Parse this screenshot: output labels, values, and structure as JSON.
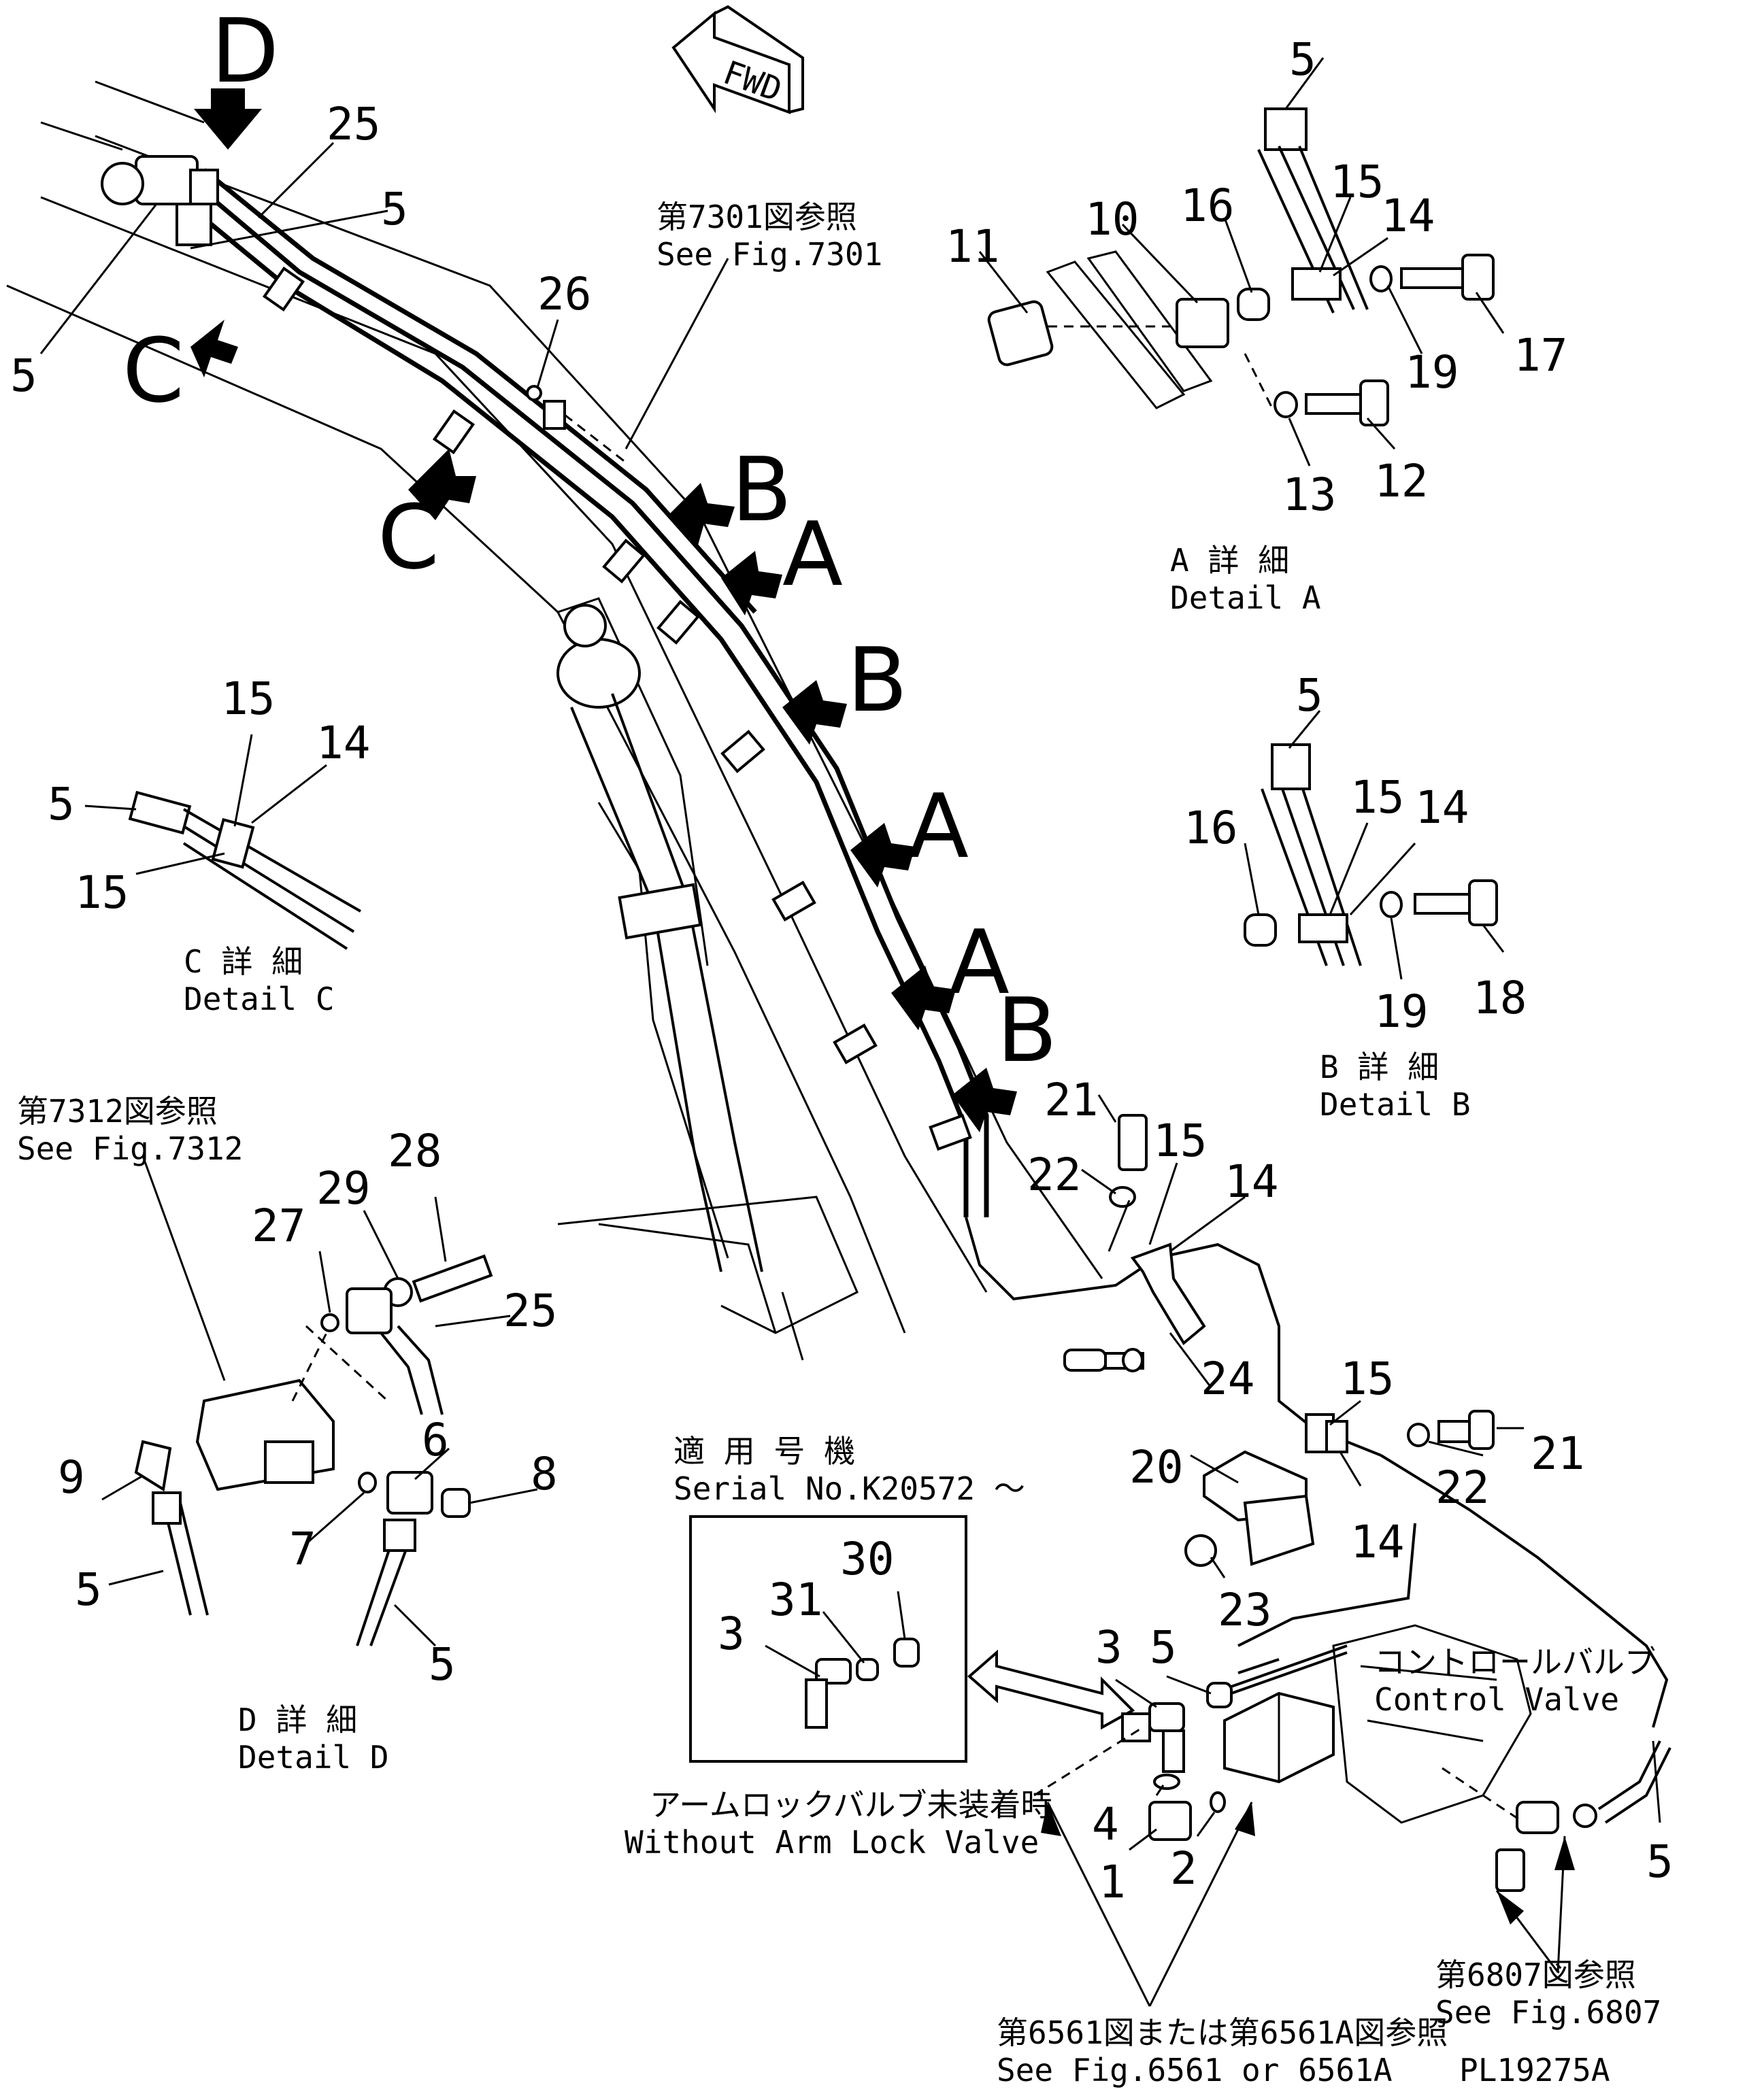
{
  "fwd_label": "FWD",
  "view_letters": {
    "d": "D",
    "c1": "C",
    "c2": "C",
    "b1": "B",
    "a1": "A",
    "b2": "B",
    "a2": "A",
    "a3": "A",
    "b3": "B"
  },
  "part_numbers": {
    "p25_top": "25",
    "p5_top": "5",
    "p5_left": "5",
    "p26": "26",
    "p5_detA": "5",
    "p11": "11",
    "p10": "10",
    "p16_detA": "16",
    "p15_detA": "15",
    "p14_detA": "14",
    "p17": "17",
    "p19_detA": "19",
    "p13": "13",
    "p12": "12",
    "p15_detC_top": "15",
    "p14_detC": "14",
    "p5_detC": "5",
    "p15_detC_bot": "15",
    "p5_detB": "5",
    "p16_detB": "16",
    "p15_detB": "15",
    "p14_detB": "14",
    "p19_detB": "19",
    "p18": "18",
    "p21_a": "21",
    "p22_a": "22",
    "p15_main": "15",
    "p14_main": "14",
    "p24": "24",
    "p15_lower": "15",
    "p21_b": "21",
    "p22_b": "22",
    "p20": "20",
    "p14_lower": "14",
    "p23": "23",
    "p28": "28",
    "p29": "29",
    "p27": "27",
    "p25_detD": "25",
    "p9": "9",
    "p6": "6",
    "p8": "8",
    "p7": "7",
    "p5_detD_left": "5",
    "p5_detD_right": "5",
    "p30": "30",
    "p31": "31",
    "p3_box": "3",
    "p3_main": "3",
    "p5_cv": "5",
    "p4": "4",
    "p1": "1",
    "p2": "2",
    "p5_right": "5"
  },
  "captions": {
    "fig7301_jp": "第7301図参照",
    "fig7301_en": "See Fig.7301",
    "detA_jp": "A 詳 細",
    "detA_en": "Detail A",
    "detC_jp": "C 詳 細",
    "detC_en": "Detail C",
    "detB_jp": "B 詳 細",
    "detB_en": "Detail B",
    "fig7312_jp": "第7312図参照",
    "fig7312_en": "See Fig.7312",
    "detD_jp": "D 詳 細",
    "detD_en": "Detail D",
    "serial_jp": "適 用 号 機",
    "serial_en": "Serial No.K20572 ～",
    "no_lock_jp": "アームロックバルブ未装着時",
    "no_lock_en": "Without Arm Lock Valve",
    "cv_jp": "コントロールバルブ",
    "cv_en": "Control Valve",
    "fig6807_jp": "第6807図参照",
    "fig6807_en": "See Fig.6807",
    "fig6561_jp": "第6561図または第6561A図参照",
    "fig6561_en": "See Fig.6561 or 6561A",
    "plate_code": "PL19275A"
  }
}
